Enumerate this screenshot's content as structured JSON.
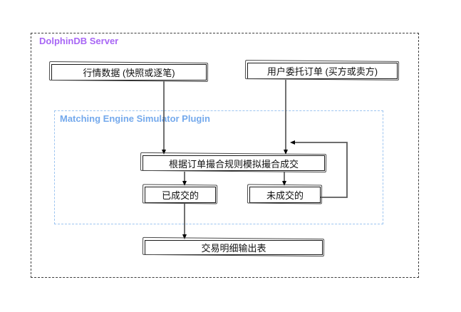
{
  "groups": {
    "server": {
      "title": "DolphinDB Server"
    },
    "plugin": {
      "title": "Matching Engine Simulator Plugin"
    }
  },
  "nodes": {
    "market_data": {
      "label": "行情数据 (快照或逐笔)"
    },
    "user_orders": {
      "label": "用户委托订单 (买方或卖方)"
    },
    "matching": {
      "label": "根据订单撮合规则模拟撮合成交"
    },
    "filled": {
      "label": "已成交的"
    },
    "unfilled": {
      "label": "未成交的"
    },
    "output": {
      "label": "交易明细输出表"
    }
  },
  "edges": [
    {
      "from": "market_data",
      "to": "matching"
    },
    {
      "from": "user_orders",
      "to": "matching"
    },
    {
      "from": "matching",
      "to": "filled"
    },
    {
      "from": "matching",
      "to": "unfilled"
    },
    {
      "from": "filled",
      "to": "output"
    },
    {
      "from": "unfilled",
      "to": "matching",
      "note": "feedback-loop"
    }
  ],
  "colors": {
    "server_title": "#A866F5",
    "plugin_title": "#74A9EC",
    "plugin_border": "#9CC4F0",
    "outer_border": "#3C3C3C",
    "node_border": "#1A1A1A",
    "edge_line": "#4D4D4D",
    "background": "#FFFFFF"
  }
}
